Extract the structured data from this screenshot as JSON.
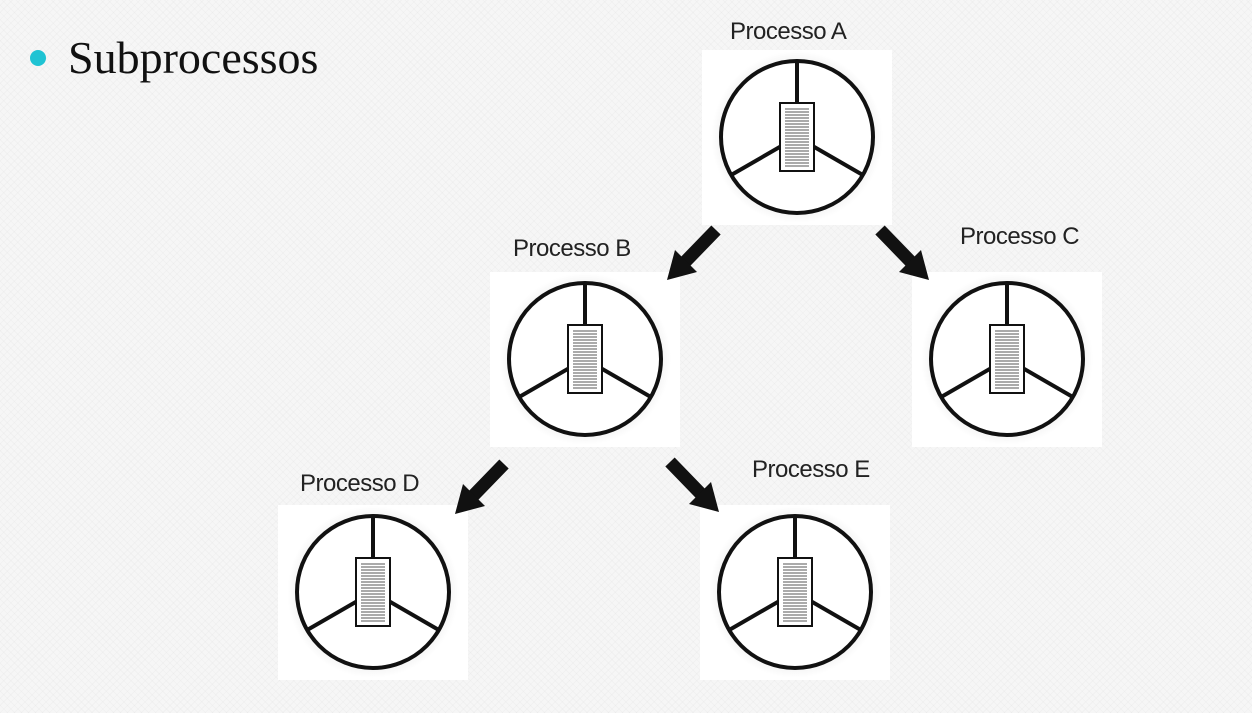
{
  "slide": {
    "title": "Subprocessos",
    "bullet_color": "#1fc3d3"
  },
  "processes": [
    {
      "id": "a",
      "label": "Processo A"
    },
    {
      "id": "b",
      "label": "Processo B"
    },
    {
      "id": "c",
      "label": "Processo C"
    },
    {
      "id": "d",
      "label": "Processo D"
    },
    {
      "id": "e",
      "label": "Processo E"
    }
  ],
  "edges": [
    {
      "from": "Processo A",
      "to": "Processo B"
    },
    {
      "from": "Processo A",
      "to": "Processo C"
    },
    {
      "from": "Processo B",
      "to": "Processo D"
    },
    {
      "from": "Processo B",
      "to": "Processo E"
    }
  ]
}
